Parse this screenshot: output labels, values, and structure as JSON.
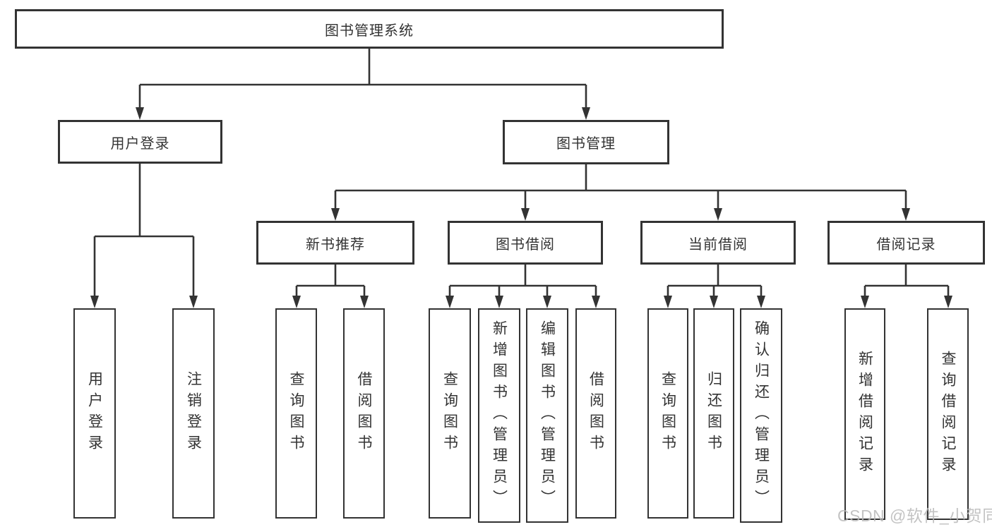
{
  "diagram": {
    "watermark": "CSDN @软件_小贺同学",
    "colors": {
      "line": "#333333",
      "text": "#333333",
      "background": "#ffffff",
      "watermark": "#b9b9b9"
    },
    "tree": {
      "root": {
        "label": "图书管理系统",
        "children": [
          {
            "label": "用户登录",
            "children": [
              {
                "label": "用户登录"
              },
              {
                "label": "注销登录"
              }
            ]
          },
          {
            "label": "图书管理",
            "children": [
              {
                "label": "新书推荐",
                "children": [
                  {
                    "label": "查询图书"
                  },
                  {
                    "label": "借阅图书"
                  }
                ]
              },
              {
                "label": "图书借阅",
                "children": [
                  {
                    "label": "查询图书"
                  },
                  {
                    "label": "新增图书（管理员）"
                  },
                  {
                    "label": "编辑图书（管理员）"
                  },
                  {
                    "label": "借阅图书"
                  }
                ]
              },
              {
                "label": "当前借阅",
                "children": [
                  {
                    "label": "查询图书"
                  },
                  {
                    "label": "归还图书"
                  },
                  {
                    "label": "确认归还（管理员）"
                  }
                ]
              },
              {
                "label": "借阅记录",
                "children": [
                  {
                    "label": "新增借阅记录"
                  },
                  {
                    "label": "查询借阅记录"
                  }
                ]
              }
            ]
          }
        ]
      }
    }
  }
}
